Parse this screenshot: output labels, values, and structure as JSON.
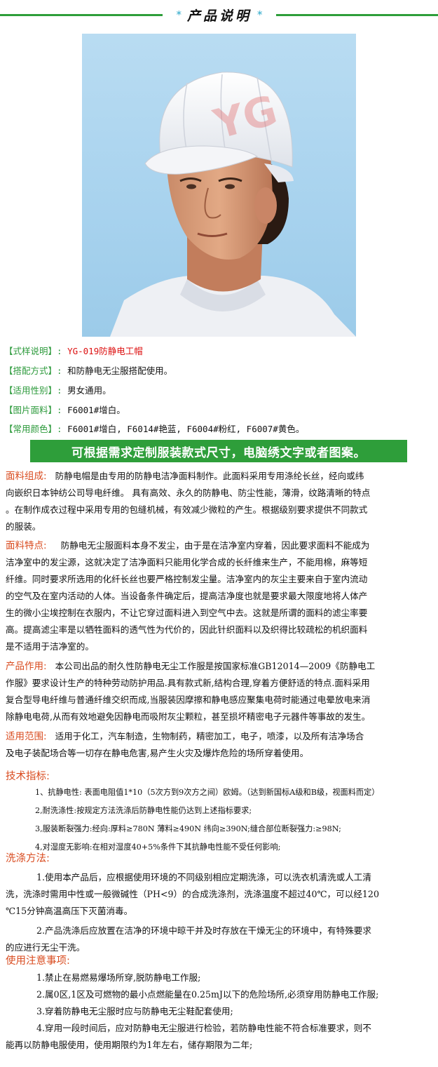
{
  "header": {
    "title": "产品说明",
    "star_left": "*",
    "star_right": "*"
  },
  "product_image": {
    "watermark": "YG"
  },
  "spec": [
    {
      "key": "【式样说明】:",
      "value": "YG-019防静电工帽"
    },
    {
      "key": "【搭配方式】:",
      "value": "和防静电无尘服搭配使用。"
    },
    {
      "key": "【适用性别】:",
      "value": "男女通用。"
    },
    {
      "key": "【图片面料】:",
      "value": "F6001#增白。"
    },
    {
      "key": "【常用颜色】:",
      "value": "F6001#增白, F6014#艳蓝,  F6004#粉红, F6007#黄色。"
    }
  ],
  "banner": "可根据需求定制服装款式尺寸，电脑绣文字或者图案。",
  "fabric": {
    "heading": "面料组成:",
    "lines": [
      "防静电帽是由专用的防静电洁净面料制作。此面料采用专用涤纶长丝，经向或纬",
      "向嵌织日本钟纺公司导电纤维。 具有高效、永久的防静电、防尘性能，薄滑，纹路清晰的特点",
      "。在制作成衣过程中采用专用的包缝机械，有效减少微粒的产生。根据级别要求提供不同款式",
      "的服装。"
    ]
  },
  "features": {
    "heading": "面料特点:",
    "lines": [
      "防静电无尘服面料本身不发尘，由于是在洁净室内穿着，因此要求面料不能成为",
      "洁净室中的发尘源，这就决定了洁净面料只能用化学合成的长纤维来生产，不能用棉，麻等短",
      "纤维。同时要求所选用的化纤长丝也要严格控制发尘量。洁净室内的灰尘主要来自于室内流动",
      "的空气及在室内活动的人体。当设备条件确定后，提高洁净度也就是要求最大限度地将人体产",
      "生的微小尘埃控制在衣服内，不让它穿过面料进入到空气中去。这就是所谓的面料的滤尘率要",
      "高。提高滤尘率是以牺牲面料的透气性为代价的，因此针织面料以及织得比较疏松的机织面料",
      "是不适用于洁净室的。"
    ]
  },
  "usage": {
    "heading": "产品作用:",
    "lines": [
      "本公司出品的耐久性防静电无尘工作服是按国家标准GB12014—2009《防静电工",
      "作服》要求设计生产的特种劳动防护用品.具有款式新,结构合理,穿着方便舒适的特点.面料采用",
      "复合型导电纤维与普通纤维交织而成,当服装因摩擦和静电感应聚集电荷时能通过电晕放电来消",
      "除静电电荷,从而有效地避免因静电而吸附灰尘颗粒，甚至损坏精密电子元器件等事故的发生。"
    ]
  },
  "scope": {
    "heading": "适用范围:",
    "lines": [
      "适用于化工，汽车制造，生物制药，精密加工，电子，喷漆，以及所有洁净场合",
      "及电子装配场合等一切存在静电危害,易产生火灾及爆炸危险的场所穿着使用。"
    ]
  },
  "tech": {
    "heading": "技术指标:",
    "items": [
      "1、抗静电性: 表面电阻值1*10（5次方到9次方之间）欧姆。（达到新国标A级和B级，视面料而定）",
      "2,耐洗涤性:按规定方法洗涤后防静电性能仍达到上述指标要求;",
      "3,服装断裂强力:经向:厚料≥780N 薄料≥490N 纬向≥390N;缝合部位断裂强力:≥98N;",
      "4,对湿度无影响:在相对湿度40+5%条件下其抗静电性能不受任何影响;"
    ]
  },
  "wash": {
    "heading": "洗涤方法:",
    "lines": [
      "1.使用本产品后，应根据使用环境的不同级别相应定期洗涤，可以洗衣机清洗或人工清",
      "洗，洗涤时需用中性或一般微碱性（PH<9）的合成洗涤剂，洗涤温度不超过40℃，可以经120",
      "℃15分钟高温高压下灭菌消毒。",
      "2.产品洗涤后应放置在洁净的环境中晾干并及时存放在干燥无尘的环境中，有特殊要求",
      "的应进行无尘干洗。"
    ]
  },
  "notes": {
    "heading": "使用注意事项:",
    "lines": [
      "1.禁止在易燃易爆场所穿,脱防静电工作服;",
      "2.属0区,1区及可燃物的最小点燃能量在0.25mJ以下的危险场所,必须穿用防静电工作服;",
      "3.穿着防静电无尘服时应与防静电无尘鞋配套使用;",
      "4.穿用一段时间后，应对防静电无尘服进行检验，若防静电性能不符合标准要求，则不",
      "能再以防静电服使用，使用期限约为1年左右，储存期限为二年;"
    ]
  }
}
